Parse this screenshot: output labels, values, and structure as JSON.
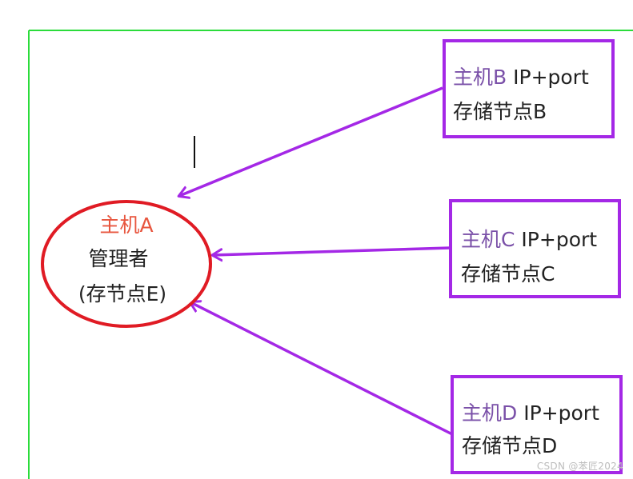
{
  "colors": {
    "frame": "#2bdc3b",
    "manager_border": "#e01b24",
    "storage_border": "#a428e6",
    "arrow": "#a428e6",
    "host_prefix_manager": "#e8563f",
    "host_prefix_storage": "#7a50a8",
    "text": "#222222",
    "watermark": "#bdbdbd"
  },
  "manager": {
    "host_prefix": "主机",
    "host_id": "A",
    "role": "管理者",
    "storage_note": "(存节点E)"
  },
  "storage_nodes": [
    {
      "host_prefix": "主机",
      "host_id": "B",
      "endpoint": " IP+port",
      "role": "存储节点B"
    },
    {
      "host_prefix": "主机",
      "host_id": "C",
      "endpoint": " IP+port",
      "role": "存储节点C"
    },
    {
      "host_prefix": "主机",
      "host_id": "D",
      "endpoint": " IP+port",
      "role": "存储节点D"
    }
  ],
  "watermark": "CSDN @苯匠2024"
}
